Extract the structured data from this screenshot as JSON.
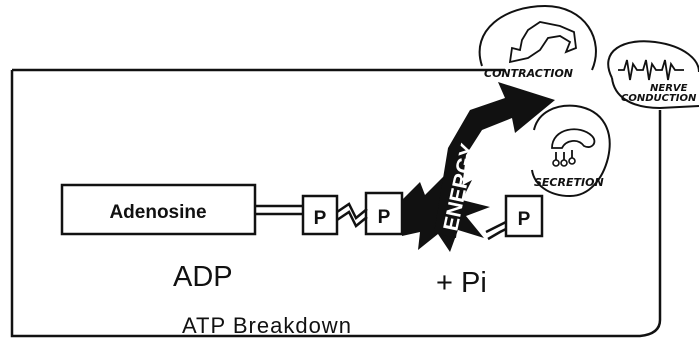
{
  "diagram": {
    "adenosine_label": "Adenosine",
    "phosphate_label": "P",
    "energy_label": "ENERGY",
    "adp_label": "ADP",
    "plus_pi_label": "+ Pi",
    "caption": "ATP Breakdown",
    "uses": {
      "contraction": "CONTRACTION",
      "nerve_line1": "NERVE",
      "nerve_line2": "CONDUCTION",
      "secretion": "SECRETION"
    }
  },
  "colors": {
    "ink": "#111111",
    "background": "#ffffff"
  }
}
